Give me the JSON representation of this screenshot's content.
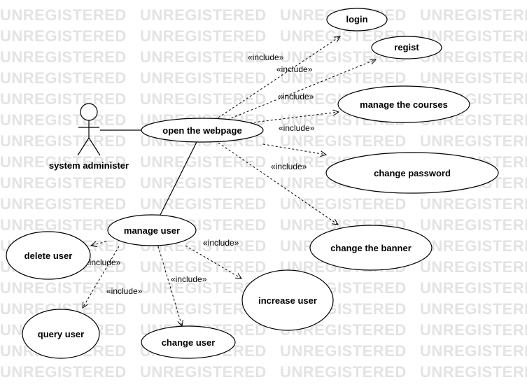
{
  "watermark": {
    "text": "UNREGISTERED"
  },
  "actor": {
    "label": "system administer"
  },
  "use_cases": {
    "login": "login",
    "regist": "regist",
    "manage_courses": "manage the courses",
    "open_webpage": "open the webpage",
    "change_password": "change password",
    "change_banner": "change the banner",
    "manage_user": "manage user",
    "delete_user": "delete user",
    "increase_user": "increase user",
    "query_user": "query user",
    "change_user": "change user"
  },
  "relationship_label": "«include»"
}
